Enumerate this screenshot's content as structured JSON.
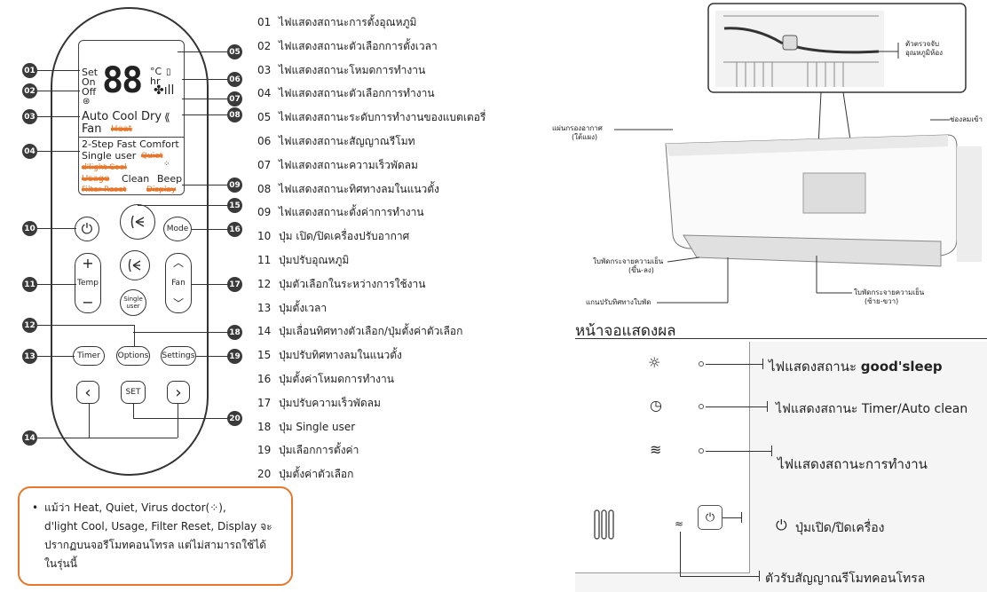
{
  "remote": {
    "lcd": {
      "set": "Set",
      "on": "On",
      "off": "Off",
      "digits": "88",
      "unit_c": "°C",
      "unit_hr": "hr",
      "modes_line1": "Auto Cool Dry",
      "fan": "Fan",
      "heat": "Heat",
      "opt_line1": "2-Step  Fast  Comfort",
      "single_user": "Single user",
      "quiet": "Quiet",
      "dlight_cool": "d'light Cool",
      "usage": "Usage",
      "clean": "Clean",
      "beep": "Beep",
      "filter_reset": "Filter Reset",
      "display": "Display"
    },
    "buttons": {
      "temp": "Temp",
      "mode": "Mode",
      "fan": "Fan",
      "single": "Single",
      "user": "user",
      "timer": "Timer",
      "options": "Options",
      "settings": "Settings",
      "set": "SET"
    },
    "callouts": [
      "01",
      "02",
      "03",
      "04",
      "05",
      "06",
      "07",
      "08",
      "09",
      "10",
      "11",
      "12",
      "13",
      "14",
      "15",
      "16",
      "17",
      "18",
      "19",
      "20"
    ]
  },
  "legend": [
    {
      "num": "01",
      "text": "ไฟแสดงสถานะการตั้งอุณหภูมิ"
    },
    {
      "num": "02",
      "text": "ไฟแสดงสถานะตัวเลือกการตั้งเวลา"
    },
    {
      "num": "03",
      "text": "ไฟแสดงสถานะโหมดการทำงาน"
    },
    {
      "num": "04",
      "text": "ไฟแสดงสถานะตัวเลือกการทำงาน"
    },
    {
      "num": "05",
      "text": "ไฟแสดงสถานะระดับการทำงานของแบตเตอรี่"
    },
    {
      "num": "06",
      "text": "ไฟแสดงสถานะสัญญาณรีโมท"
    },
    {
      "num": "07",
      "text": "ไฟแสดงสถานะความเร็วพัดลม"
    },
    {
      "num": "08",
      "text": "ไฟแสดงสถานะทิศทางลมในแนวตั้ง"
    },
    {
      "num": "09",
      "text": "ไฟแสดงสถานะตั้งค่าการทำงาน"
    },
    {
      "num": "10",
      "text": "ปุ่ม เปิด/ปิดเครื่องปรับอากาศ"
    },
    {
      "num": "11",
      "text": "ปุ่มปรับอุณหภูมิ"
    },
    {
      "num": "12",
      "text": "ปุ่มตัวเลือกในระหว่างการใช้งาน"
    },
    {
      "num": "13",
      "text": "ปุ่มตั้งเวลา"
    },
    {
      "num": "14",
      "text": "ปุ่มเลื่อนทิศทางตัวเลือก/ปุ่มตั้งค่าตัวเลือก"
    },
    {
      "num": "15",
      "text": "ปุ่มปรับทิศทางลมในแนวตั้ง"
    },
    {
      "num": "16",
      "text": "ปุ่มตั้งค่าโหมดการทำงาน"
    },
    {
      "num": "17",
      "text": "ปุ่มปรับความเร็วพัดลม"
    },
    {
      "num": "18",
      "text": "ปุ่ม Single user"
    },
    {
      "num": "19",
      "text": "ปุ่มเลือกการตั้งค่า"
    },
    {
      "num": "20",
      "text": "ปุ่มตั้งค่าตัวเลือก"
    }
  ],
  "note": {
    "line1": "แม้ว่า Heat, Quiet, Virus doctor(",
    "line1_end": "),",
    "line2": "d'light Cool, Usage, Filter Reset, Display จะ",
    "line3": "ปรากฏบนจอรีโมทคอนโทรล แต่ไม่สามารถใช้ได้",
    "line4": "ในรุ่นนี้"
  },
  "ac_unit": {
    "sensor_label_1": "ตัวตรวจจับ",
    "sensor_label_2": "อุณหภูมิห้อง",
    "air_filter_1": "แผ่นกรองอากาศ",
    "air_filter_2": "(ใต้แผง)",
    "air_inlet": "ช่องลมเข้า",
    "blade_1": "ใบพัดกระจายความเย็น",
    "blade_2": "(ขึ้น-ลง)",
    "blade_shaft": "แกนปรับทิศทางใบพัด",
    "louver_1": "ใบพัดกระจายความเย็น",
    "louver_2": "(ซ้าย-ขวา)"
  },
  "display_section": {
    "title": "หน้าจอแสดงผล",
    "good_sleep_prefix": "ไฟแสดงสถานะ ",
    "good_sleep_bold": "good'sleep",
    "timer": "ไฟแสดงสถานะ Timer/Auto clean",
    "operation": "ไฟแสดงสถานะการทำงาน",
    "power": "ปุ่มเปิด/ปิดเครื่อง",
    "receiver": "ตัวรับสัญญาณรีโมทคอนโทรล"
  },
  "colors": {
    "accent": "#e8762b",
    "callout": "#3a3a3a"
  }
}
